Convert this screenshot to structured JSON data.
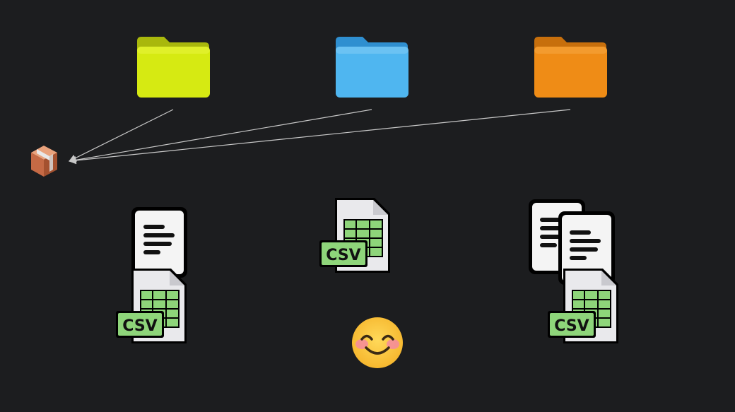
{
  "canvas": {
    "background": "#1c1d1f"
  },
  "folders": [
    {
      "id": "folder-yellow",
      "icon": "folder-icon",
      "color": "#d6ea12",
      "tab_color": "#a9b80c"
    },
    {
      "id": "folder-blue",
      "icon": "folder-icon",
      "color": "#4fb6f0",
      "tab_color": "#2f8fd0"
    },
    {
      "id": "folder-orange",
      "icon": "folder-icon",
      "color": "#ef8c16",
      "tab_color": "#c76f0c"
    }
  ],
  "package": {
    "icon": "package-icon"
  },
  "arrows": {
    "color": "#c8c8c8",
    "from": [
      "folder-yellow",
      "folder-blue",
      "folder-orange"
    ],
    "to": "package"
  },
  "files": {
    "csv_label": "CSV",
    "csv_color": "#8ed57a",
    "document_icon": "document-icon",
    "spreadsheet_icon": "csv-file-icon"
  },
  "emoji": {
    "icon": "smiling-face-icon"
  }
}
